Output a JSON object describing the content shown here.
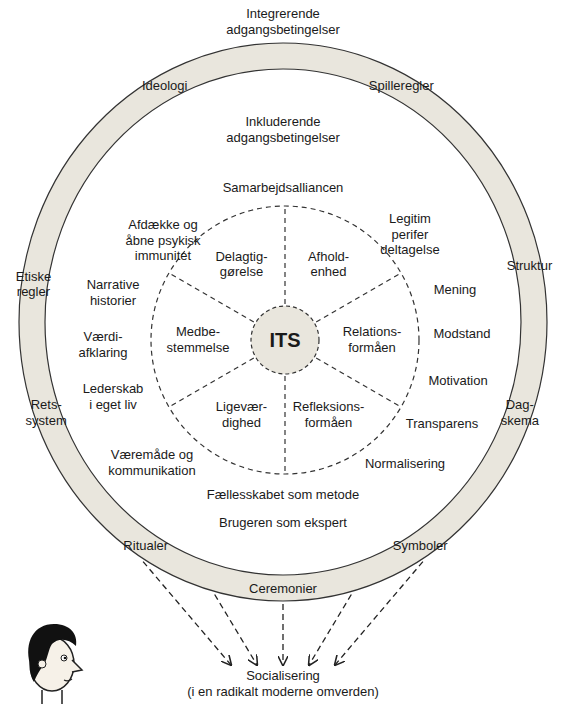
{
  "diagram": {
    "nodes": [
      {
        "text": [
          "Integrerende adgangsbetingelser",
          "Ideologi",
          "Spilleregler",
          "Etiske regler",
          "Struktur",
          "Rets- system",
          "Dag- skema",
          "Ritualer",
          "Symboler",
          "Ceremonier"
        ]
      },
      {
        "text": [
          "Inkluderende adgangsbetingelser",
          "Samarbejdsalliancen",
          "Afdække og åbne psykisk immunitet",
          "Legitim perifer deltagelse",
          "Narrative historier",
          "Mening",
          "Værdi- afklaring",
          "Modstand",
          "Lederskab i eget liv",
          "Motivation",
          "Transparens",
          "Væremåde og kommunikation",
          "Normalisering",
          "Fællesskabet som metode",
          "Brugeren som ekspert"
        ],
        "in": 0
      },
      {
        "text": [
          "Delagtig- gørelse",
          "Afhold- enhed",
          "Relations- formåen",
          "Refleksions- formåen",
          "Ligevær- dighed",
          "Medbe- stemmelse"
        ],
        "in": 1
      },
      {
        "text": [
          "ITS"
        ],
        "in": 2
      },
      {
        "text": [
          "Socialisering",
          "(i en radikalt moderne omverden)"
        ]
      }
    ],
    "edges": [
      {
        "from": 0,
        "to": 4,
        "arrow": "to"
      },
      {
        "from": 0,
        "to": 4,
        "arrow": "to"
      },
      {
        "from": 0,
        "to": 4,
        "arrow": "to"
      },
      {
        "from": 0,
        "to": 4,
        "arrow": "to"
      },
      {
        "from": 0,
        "to": 4,
        "arrow": "to"
      }
    ]
  }
}
